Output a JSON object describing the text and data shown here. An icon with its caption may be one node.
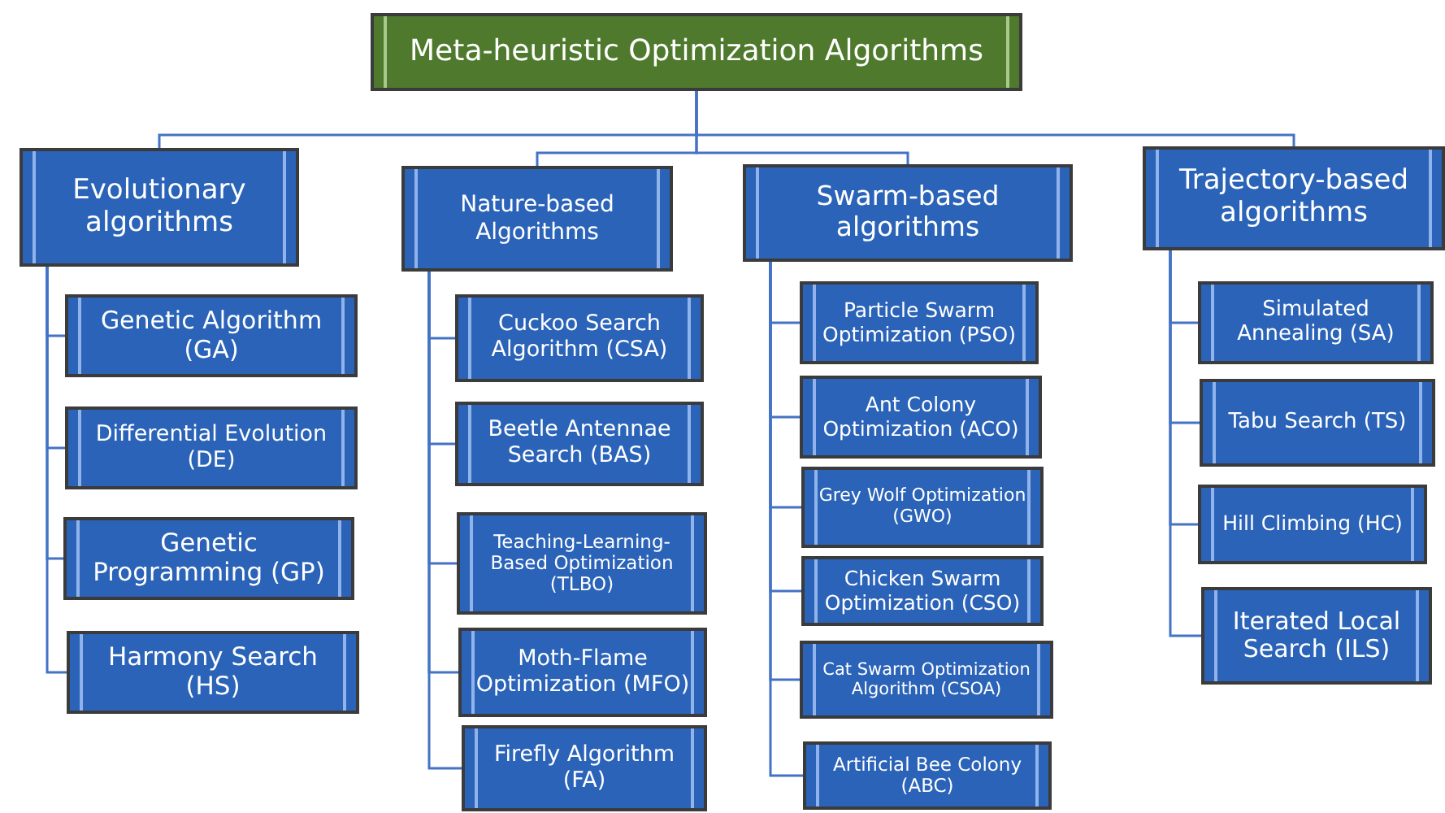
{
  "diagram": {
    "nodes": [
      {
        "text": [
          "Meta-heuristic Optimization Algorithms"
        ]
      },
      {
        "text": [
          "Evolutionary algorithms"
        ]
      },
      {
        "text": [
          "Genetic Algorithm (GA)"
        ]
      },
      {
        "text": [
          "Differential Evolution (DE)"
        ]
      },
      {
        "text": [
          "Genetic Programming (GP)"
        ]
      },
      {
        "text": [
          "Harmony Search (HS)"
        ]
      },
      {
        "text": [
          "Nature-based Algorithms"
        ]
      },
      {
        "text": [
          "Cuckoo Search Algorithm (CSA)"
        ]
      },
      {
        "text": [
          "Beetle Antennae Search (BAS)"
        ]
      },
      {
        "text": [
          "Teaching-Learning-Based Optimization (TLBO)"
        ]
      },
      {
        "text": [
          "Moth-Flame Optimization (MFO)"
        ]
      },
      {
        "text": [
          "Firefly Algorithm (FA)"
        ]
      },
      {
        "text": [
          "Swarm-based algorithms"
        ]
      },
      {
        "text": [
          "Particle Swarm Optimization (PSO)"
        ]
      },
      {
        "text": [
          "Ant Colony Optimization (ACO)"
        ]
      },
      {
        "text": [
          "Grey Wolf Optimization (GWO)"
        ]
      },
      {
        "text": [
          "Chicken Swarm Optimization (CSO)"
        ]
      },
      {
        "text": [
          "Cat Swarm Optimization Algorithm (CSOA)"
        ]
      },
      {
        "text": [
          "Artificial Bee Colony (ABC)"
        ]
      },
      {
        "text": [
          "Trajectory-based algorithms"
        ]
      },
      {
        "text": [
          "Simulated Annealing (SA)"
        ]
      },
      {
        "text": [
          "Tabu Search (TS)"
        ]
      },
      {
        "text": [
          "Hill Climbing (HC)"
        ]
      },
      {
        "text": [
          "Iterated Local Search (ILS)"
        ]
      }
    ],
    "edges": [
      {
        "from": 0,
        "to": 1,
        "arrow": "none"
      },
      {
        "from": 0,
        "to": 6,
        "arrow": "none"
      },
      {
        "from": 0,
        "to": 12,
        "arrow": "none"
      },
      {
        "from": 0,
        "to": 19,
        "arrow": "none"
      },
      {
        "from": 1,
        "to": 2,
        "arrow": "none"
      },
      {
        "from": 1,
        "to": 3,
        "arrow": "none"
      },
      {
        "from": 1,
        "to": 4,
        "arrow": "none"
      },
      {
        "from": 1,
        "to": 5,
        "arrow": "none"
      },
      {
        "from": 6,
        "to": 7,
        "arrow": "none"
      },
      {
        "from": 6,
        "to": 8,
        "arrow": "none"
      },
      {
        "from": 6,
        "to": 9,
        "arrow": "none"
      },
      {
        "from": 6,
        "to": 10,
        "arrow": "none"
      },
      {
        "from": 6,
        "to": 11,
        "arrow": "none"
      },
      {
        "from": 12,
        "to": 13,
        "arrow": "none"
      },
      {
        "from": 12,
        "to": 14,
        "arrow": "none"
      },
      {
        "from": 12,
        "to": 15,
        "arrow": "none"
      },
      {
        "from": 12,
        "to": 16,
        "arrow": "none"
      },
      {
        "from": 12,
        "to": 17,
        "arrow": "none"
      },
      {
        "from": 12,
        "to": 18,
        "arrow": "none"
      },
      {
        "from": 19,
        "to": 20,
        "arrow": "none"
      },
      {
        "from": 19,
        "to": 21,
        "arrow": "none"
      },
      {
        "from": 19,
        "to": 22,
        "arrow": "none"
      },
      {
        "from": 19,
        "to": 23,
        "arrow": "none"
      }
    ]
  }
}
